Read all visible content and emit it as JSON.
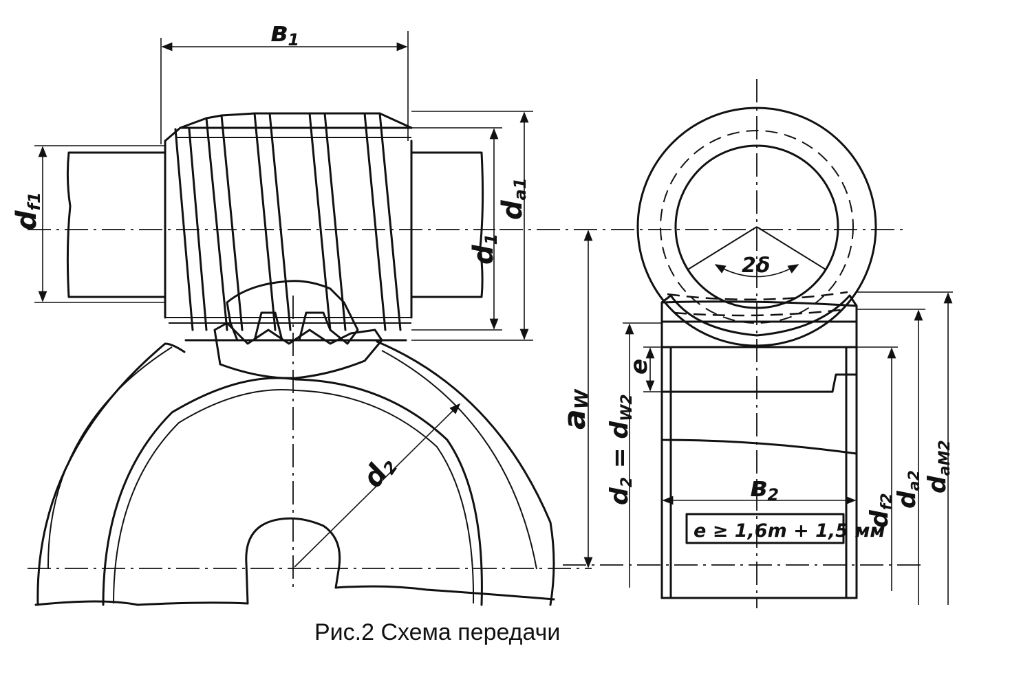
{
  "caption": "Рис.2   Схема  передачи",
  "labels": {
    "b1": {
      "main": "в",
      "sub": "1"
    },
    "df1": {
      "main": "d",
      "sub": "f1"
    },
    "da1": {
      "main": "d",
      "sub": "a1"
    },
    "d1": {
      "main": "d",
      "sub": "1"
    },
    "aw": {
      "main": "a",
      "sub": "W"
    },
    "d2": {
      "main": "d",
      "sub": "2"
    },
    "two_delta": "2δ",
    "e": "e",
    "d2_dw2": {
      "main": "d",
      "sub": "2",
      "rest": " = d",
      "sub2": "W2"
    },
    "b2": {
      "main": "в",
      "sub": "2"
    },
    "df2": {
      "main": "d",
      "sub": "f2"
    },
    "da2": {
      "main": "d",
      "sub": "a2"
    },
    "dam2": {
      "main": "d",
      "sub": "aM2"
    }
  },
  "formula": "e ≥ 1,6m + 1,5 мм"
}
